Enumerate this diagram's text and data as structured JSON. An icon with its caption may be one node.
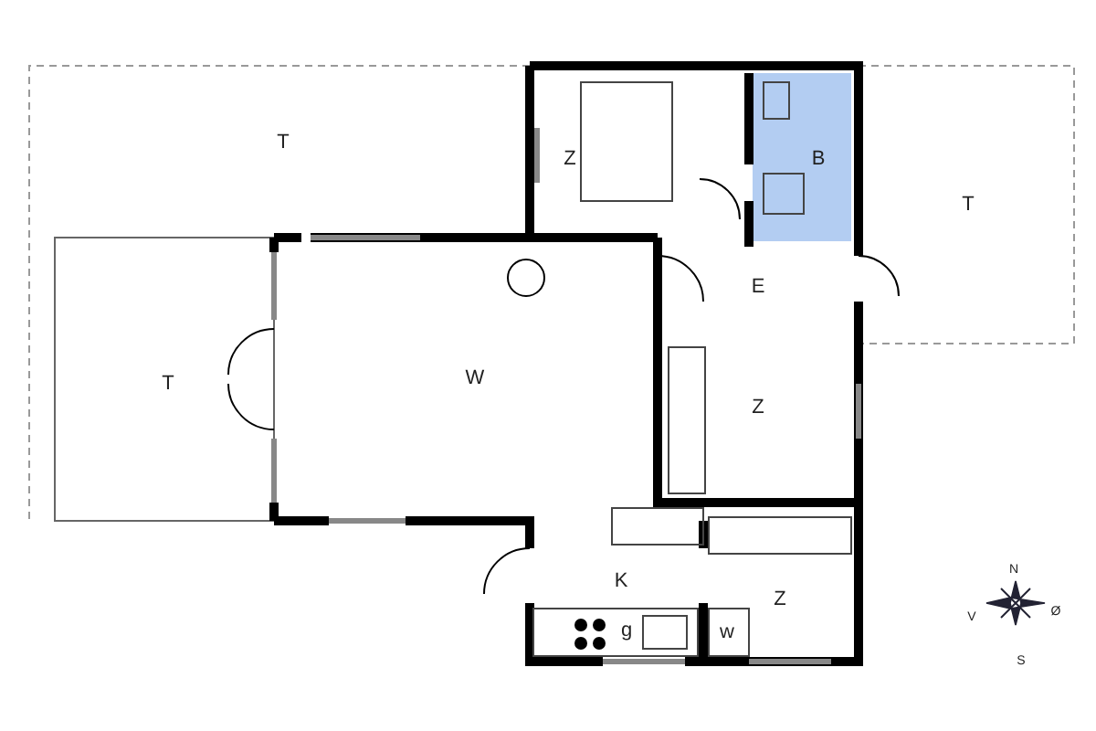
{
  "diagram": {
    "nodes": [
      {
        "text": [
          "T"
        ]
      },
      {
        "text": [
          "Z"
        ]
      },
      {
        "text": [
          "B"
        ]
      },
      {
        "text": [
          "T"
        ]
      },
      {
        "text": [
          "E"
        ]
      },
      {
        "text": [
          "T"
        ]
      },
      {
        "text": [
          "W"
        ]
      },
      {
        "text": [
          "Z"
        ]
      },
      {
        "text": [
          "K"
        ]
      },
      {
        "text": [
          "Z"
        ]
      }
    ],
    "labels": [
      "g",
      "w",
      "N",
      "V",
      "Ø",
      "S"
    ]
  }
}
